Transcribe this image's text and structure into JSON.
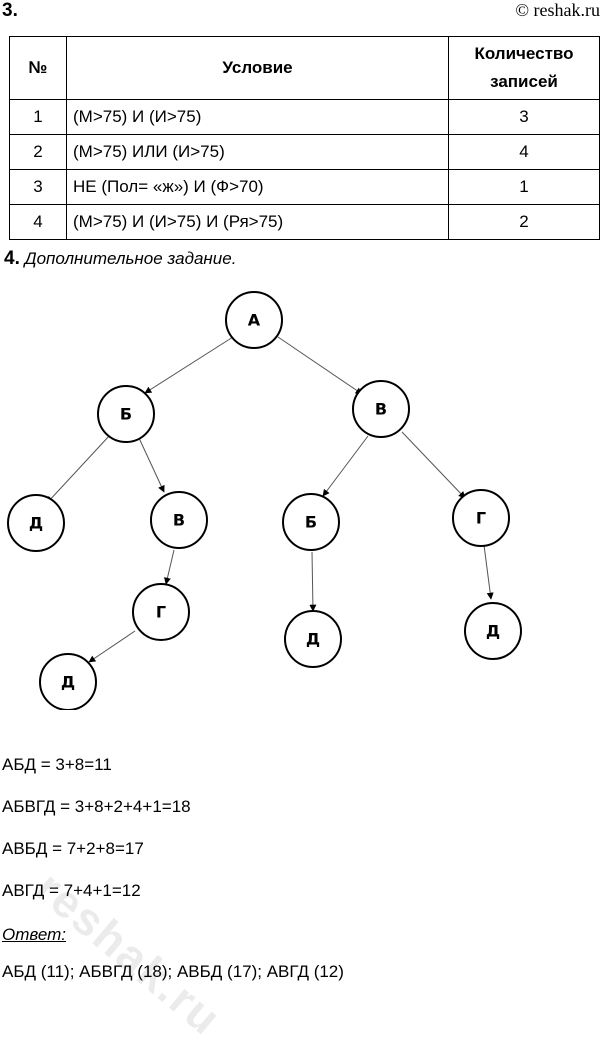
{
  "header": {
    "task3_number": "3.",
    "copyright": "© reshak.ru"
  },
  "table": {
    "headers": {
      "num": "№",
      "condition": "Условие",
      "count_line1": "Количество",
      "count_line2": "записей"
    },
    "rows": [
      {
        "num": "1",
        "condition": "(М>75) И (И>75)",
        "count": "3"
      },
      {
        "num": "2",
        "condition": "(М>75) ИЛИ (И>75)",
        "count": "4"
      },
      {
        "num": "3",
        "condition": "НЕ (Пол= «ж») И (Ф>70)",
        "count": "1"
      },
      {
        "num": "4",
        "condition": "(М>75) И (И>75) И (Ря>75)",
        "count": "2"
      }
    ]
  },
  "task4": {
    "number": "4.",
    "title": "Дополнительное задание."
  },
  "tree": {
    "nodes": [
      "А",
      "Б",
      "В",
      "Д",
      "В",
      "Б",
      "Г",
      "Г",
      "Д",
      "Д",
      "Д"
    ]
  },
  "calculations": [
    "АБД = 3+8=11",
    "АБВГД = 3+8+2+4+1=18",
    "АВБД = 7+2+8=17",
    "АВГД = 7+4+1=12"
  ],
  "answer": {
    "label": "Ответ:",
    "text": "АБД (11); АБВГД (18); АВБД (17); АВГД (12)"
  },
  "watermark": "reshak.ru"
}
